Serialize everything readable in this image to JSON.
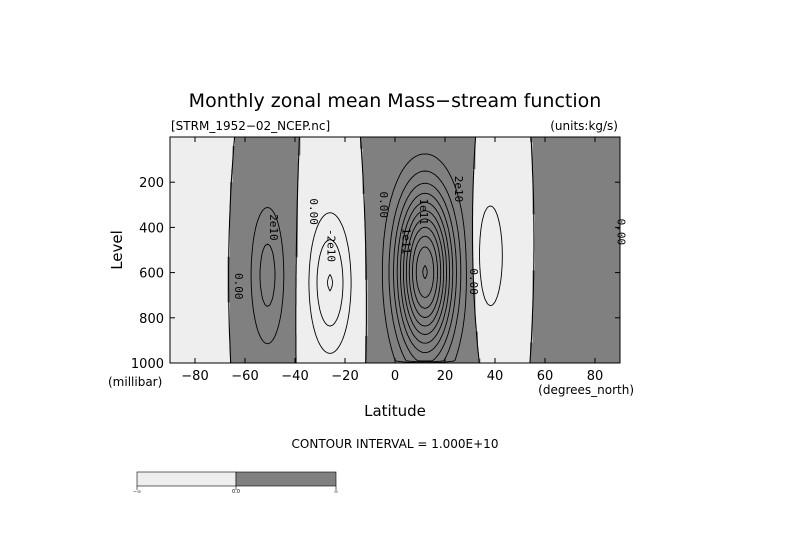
{
  "chart_data": {
    "type": "contour",
    "title": "Monthly zonal mean Mass−stream function",
    "file_label": "[STRM_1952−02_NCEP.nc]",
    "units_label": "(units:kg/s)",
    "xlabel": "Latitude",
    "xunit": "(degrees_north)",
    "ylabel": "Level",
    "yunit": "(millibar)",
    "xlim": [
      -90,
      90
    ],
    "ylim": [
      0,
      1000
    ],
    "y_inverted": true,
    "x_ticks": [
      -80,
      -60,
      -40,
      -20,
      0,
      20,
      40,
      60,
      80
    ],
    "x_tick_labels": [
      "−80",
      "−60",
      "−40",
      "−20",
      "0",
      "20",
      "40",
      "60",
      "80"
    ],
    "y_ticks": [
      200,
      400,
      600,
      800,
      1000
    ],
    "y_tick_labels": [
      "200",
      "400",
      "600",
      "800",
      "1000"
    ],
    "contour_interval_label": "CONTOUR INTERVAL = 1.000E+10",
    "contour_interval": 10000000000.0,
    "shading": {
      "negative": "#eeeeee",
      "positive": "#808080",
      "threshold": 0.0
    },
    "colorbar": {
      "boundary_label": "0.0",
      "left_end_label": "−∞",
      "right_end_label": "∞"
    },
    "cells": [
      {
        "name": "southern-positive",
        "center": [
          -51,
          580
        ],
        "peak": 20000000000.0
      },
      {
        "name": "southern-negative",
        "center": [
          -26,
          620
        ],
        "peak": -30000000000.0
      },
      {
        "name": "hadley-positive",
        "center": [
          12,
          560
        ],
        "peak": 120000000000.0
      },
      {
        "name": "northern-negative",
        "center": [
          38,
          500
        ],
        "peak": -20000000000.0
      }
    ],
    "contour_labels": [
      {
        "text": "2e10",
        "lat": -50,
        "lev": 400
      },
      {
        "text": "0.00",
        "lat": -64,
        "lev": 660
      },
      {
        "text": "0.00",
        "lat": -34,
        "lev": 330
      },
      {
        "text": "-2e10",
        "lat": -27,
        "lev": 480
      },
      {
        "text": "0.00",
        "lat": -6,
        "lev": 300
      },
      {
        "text": "1e11",
        "lat": 3,
        "lev": 460
      },
      {
        "text": "1e11",
        "lat": 10,
        "lev": 330
      },
      {
        "text": "2e10",
        "lat": 24,
        "lev": 230
      },
      {
        "text": "0.00",
        "lat": 30,
        "lev": 640
      },
      {
        "text": "0.00",
        "lat": 89,
        "lev": 420
      }
    ]
  }
}
